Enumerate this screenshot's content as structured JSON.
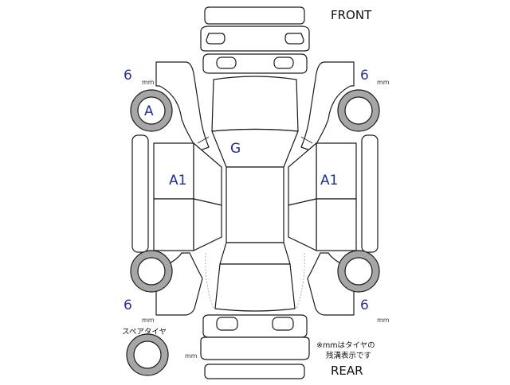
{
  "labels": {
    "front": "FRONT",
    "rear": "REAR",
    "spare_tire": "スペアタイヤ",
    "mm_note_line1": "※mmはタイヤの",
    "mm_note_line2": "残溝表示です",
    "mm_unit": "mm"
  },
  "tires": {
    "front_left_depth": "6",
    "front_right_depth": "6",
    "rear_left_depth": "6",
    "rear_right_depth": "6",
    "front_left_grade": "A"
  },
  "damage": {
    "hood_grade": "G",
    "left_side_grade": "A1",
    "right_side_grade": "A1"
  },
  "colors": {
    "line": "#1a1a1a",
    "tire_fill": "#a6a6a6",
    "marker_blue": "#2e3192"
  }
}
